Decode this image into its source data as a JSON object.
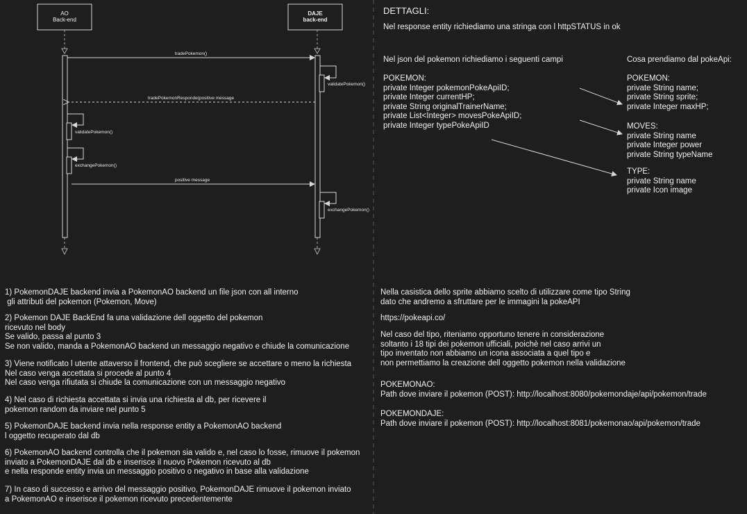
{
  "participants": {
    "ao": {
      "name": "AO",
      "sub": "Back-end"
    },
    "daje": {
      "name": "DAJE",
      "sub": "back-end"
    }
  },
  "messages": {
    "trade": "tradePokemon()",
    "validate_daje": "validatePokemon()",
    "respond": "tradePokemonResponde(positive message",
    "validate_ao": "validatePokemon()",
    "exchange_ao": "exchangePokemon()",
    "positive": "positive message",
    "exchange_daje": "exchangePokemon()"
  },
  "details": {
    "title": "DETTAGLI:",
    "response_entity": "Nel response entity richiediamo una stringa con l httpSTATUS in ok",
    "json_intro": "Nel json del pokemon richiediamo i seguenti campi",
    "json_fields": [
      "POKEMON:",
      "private Integer pokemonPokeApiID;",
      "private Integer currentHP;",
      "private String originalTrainerName;",
      "private List<Integer> movesPokeApiID;",
      "private Integer typePokeApiID"
    ],
    "pokeapi_intro": "Cosa prendiamo dal pokeApi:",
    "pokeapi_pokemon": [
      "POKEMON:",
      "private String name;",
      "private String sprite;",
      "private Integer maxHP;"
    ],
    "pokeapi_moves": [
      "MOVES:",
      "private String name",
      "private Integer power",
      "private String typeName"
    ],
    "pokeapi_type": [
      "TYPE:",
      "private String name",
      "private Icon image"
    ]
  },
  "steps": [
    [
      "1) PokemonDAJE backend invia a PokemonAO backend un file json con all interno",
      " gli attributi del pokemon (Pokemon, Move)"
    ],
    [
      "2) Pokemon DAJE BackEnd fa una validazione dell oggetto del pokemon",
      "ricevuto nel body",
      "Se valido, passa al punto 3",
      "Se non valido, manda a PokemonAO backend un messaggio negativo e chiude la comunicazione"
    ],
    [
      "3) Viene notificato l utente attaverso il frontend, che può scegliere se accettare o meno la richiesta",
      "Nel caso venga accettata si procede al punto 4",
      "Nel caso venga rifiutata si chiude la comunicazione con un messaggio negativo"
    ],
    [
      "4) Nel caso di richiesta accettata si invia una richiesta al db, per ricevere il",
      "pokemon random da inviare nel punto 5"
    ],
    [
      "5) PokemonDAJE backend invia nella response entity a PokemonAO backend",
      "l oggetto recuperato dal db"
    ],
    [
      "6) PokemonAO backend controlla che il pokemon sia valido e, nel caso lo fosse, rimuove il pokemon",
      "inviato a PokemonDAJE dal db e inserisce il nuovo Pokemon ricevuto al db",
      "e nella responde entity invia un messaggio positivo o negativo in base alla validazione"
    ],
    [
      "7) In caso di successo e arrivo del messaggio positivo, PokemonDAJE rimuove il pokemon inviato",
      "a PokemonAO e inserisce il pokemon ricevuto precedentemente"
    ]
  ],
  "notes": {
    "sprite": [
      "Nella casistica dello sprite abbiamo scelto di utilizzare come tipo String",
      "dato che andremo a sfruttare per le immagini la pokeAPI"
    ],
    "url": "https://pokeapi.co/",
    "type": [
      "Nel caso del tipo, riteniamo opportuno tenere in considerazione",
      "soltanto i 18 tipi dei pokemon ufficiali, poichè nel caso arrivi un",
      "tipo inventato non abbiamo un icona associata a quel tipo e",
      "non permettiamo la creazione dell oggetto pokemon nella validazione"
    ],
    "pokemonao": [
      "POKEMONAO:",
      "Path dove inviare il pokemon (POST): http://localhost:8080/pokemondaje/api/pokemon/trade"
    ],
    "pokemondaje": [
      "POKEMONDAJE:",
      "Path dove inviare il pokemon (POST): http://localhost:8081/pokemonao/api/pokemon/trade"
    ]
  },
  "colors": {
    "background": "#1e1e1e",
    "line": "#d8d8d8",
    "text": "#f0f0f0"
  }
}
